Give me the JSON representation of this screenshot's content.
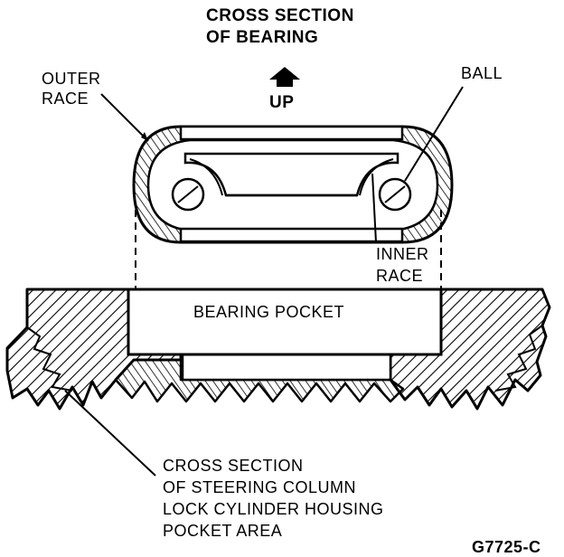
{
  "diagram": {
    "title_line1": "CROSS SECTION",
    "title_line2": "OF BEARING",
    "up_label": "UP",
    "outer_race_line1": "OUTER",
    "outer_race_line2": "RACE",
    "ball_label": "BALL",
    "inner_race_line1": "INNER",
    "inner_race_line2": "RACE",
    "bearing_pocket_label": "BEARING POCKET",
    "housing_line1": "CROSS SECTION",
    "housing_line2": "OF STEERING COLUMN",
    "housing_line3": "LOCK CYLINDER HOUSING",
    "housing_line4": "POCKET AREA",
    "figure_code": "G7725-C"
  },
  "colors": {
    "ink": "#000000",
    "paper": "#ffffff"
  }
}
